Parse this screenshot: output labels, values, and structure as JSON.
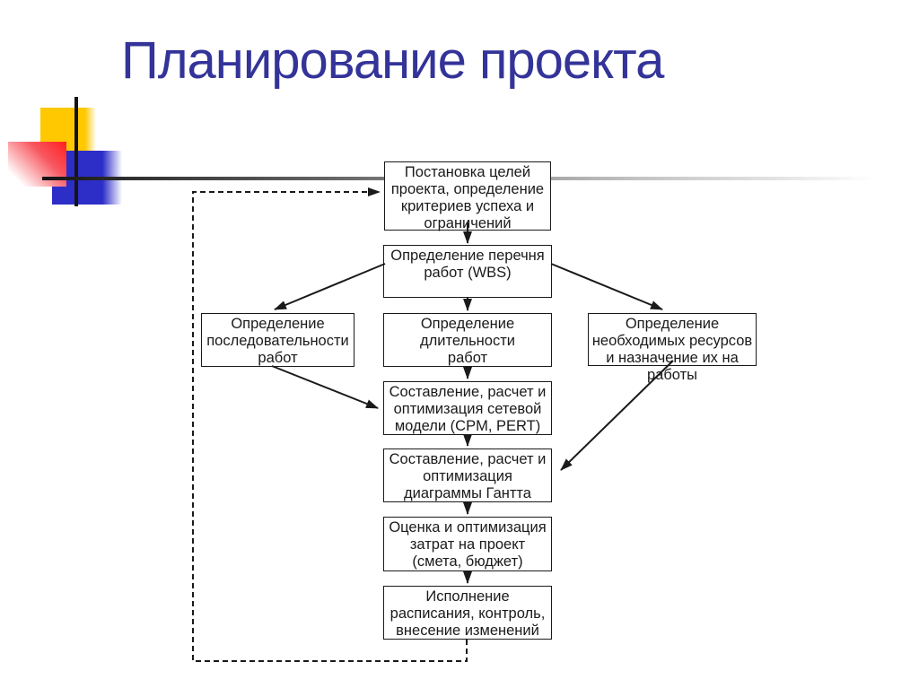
{
  "slide": {
    "title": "Планирование проекта"
  },
  "colors": {
    "title_text": "#333399",
    "decor_yellow": "#FFC800",
    "decor_blue": "#2D2DC8",
    "decor_red": "#FF2020",
    "decor_line": "#141414",
    "box_border": "#1A1A1A",
    "box_fill": "#FFFFFF"
  },
  "flowchart": {
    "boxes": [
      {
        "id": "goals",
        "label": "Постановка целей\nпроекта, определение\nкритериев успеха и\nограничений"
      },
      {
        "id": "wbs",
        "label": "Определение перечня\nработ (WBS)"
      },
      {
        "id": "sequence",
        "label": "Определение\nпоследовательности\nработ"
      },
      {
        "id": "duration",
        "label": "Определение\nдлительности\nработ"
      },
      {
        "id": "resources",
        "label": "Определение\nнеобходимых ресурсов\nи назначение их на\nработы"
      },
      {
        "id": "network",
        "label": "Составление, расчет и\nоптимизация сетевой\nмодели (CPM, PERT)"
      },
      {
        "id": "gantt",
        "label": "Составление, расчет и\nоптимизация\nдиаграммы Гантта"
      },
      {
        "id": "cost",
        "label": "Оценка и оптимизация\nзатрат на проект\n(смета, бюджет)"
      },
      {
        "id": "execution",
        "label": "Исполнение\nрасписания, контроль,\nвнесение изменений"
      }
    ],
    "feedback_loop": "dashed arrow from execution box back to goals box"
  }
}
